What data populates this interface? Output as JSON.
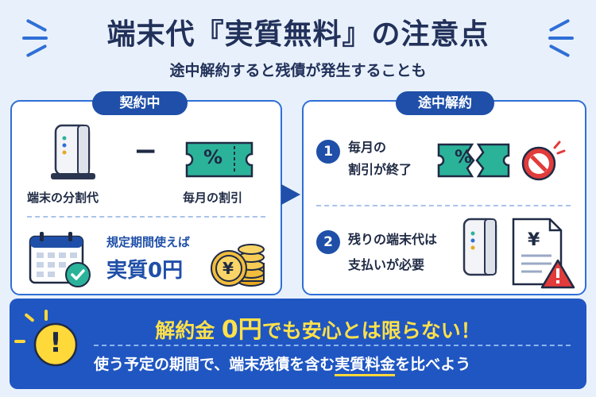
{
  "header": {
    "title": "端末代『実質無料』の注意点",
    "subtitle": "途中解約すると残債が発生することも"
  },
  "left_panel": {
    "pill": "契約中",
    "device_label": "端末の分割代",
    "minus": "−",
    "ticket_symbol": "%",
    "discount_label": "毎月の割引",
    "condition_line1": "規定期間使えば",
    "condition_prefix": "実質",
    "condition_value": "0円",
    "coin_symbol": "¥"
  },
  "right_panel": {
    "pill": "途中解約",
    "item1": {
      "number": "1",
      "line1": "毎月の",
      "line2": "割引が終了",
      "ticket_symbol": "%"
    },
    "item2": {
      "number": "2",
      "line1": "残りの端末代は",
      "line2": "支払いが必要",
      "doc_symbol": "¥"
    }
  },
  "banner": {
    "main_prefix": "解約金",
    "main_value": "0円",
    "main_suffix": "でも安心とは限らない！",
    "sub_prefix": "使う予定の期間で、端末残債を含む",
    "sub_highlight": "実質料金",
    "sub_suffix": "を比べよう",
    "alert_symbol": "!"
  },
  "colors": {
    "background": "#e8f1fb",
    "accent_blue": "#1f4fa8",
    "teal": "#2bb39a",
    "banner_text_yellow": "#ffe14a",
    "coin_gold": "#e6a81e",
    "warning_red": "#e23b3b"
  }
}
